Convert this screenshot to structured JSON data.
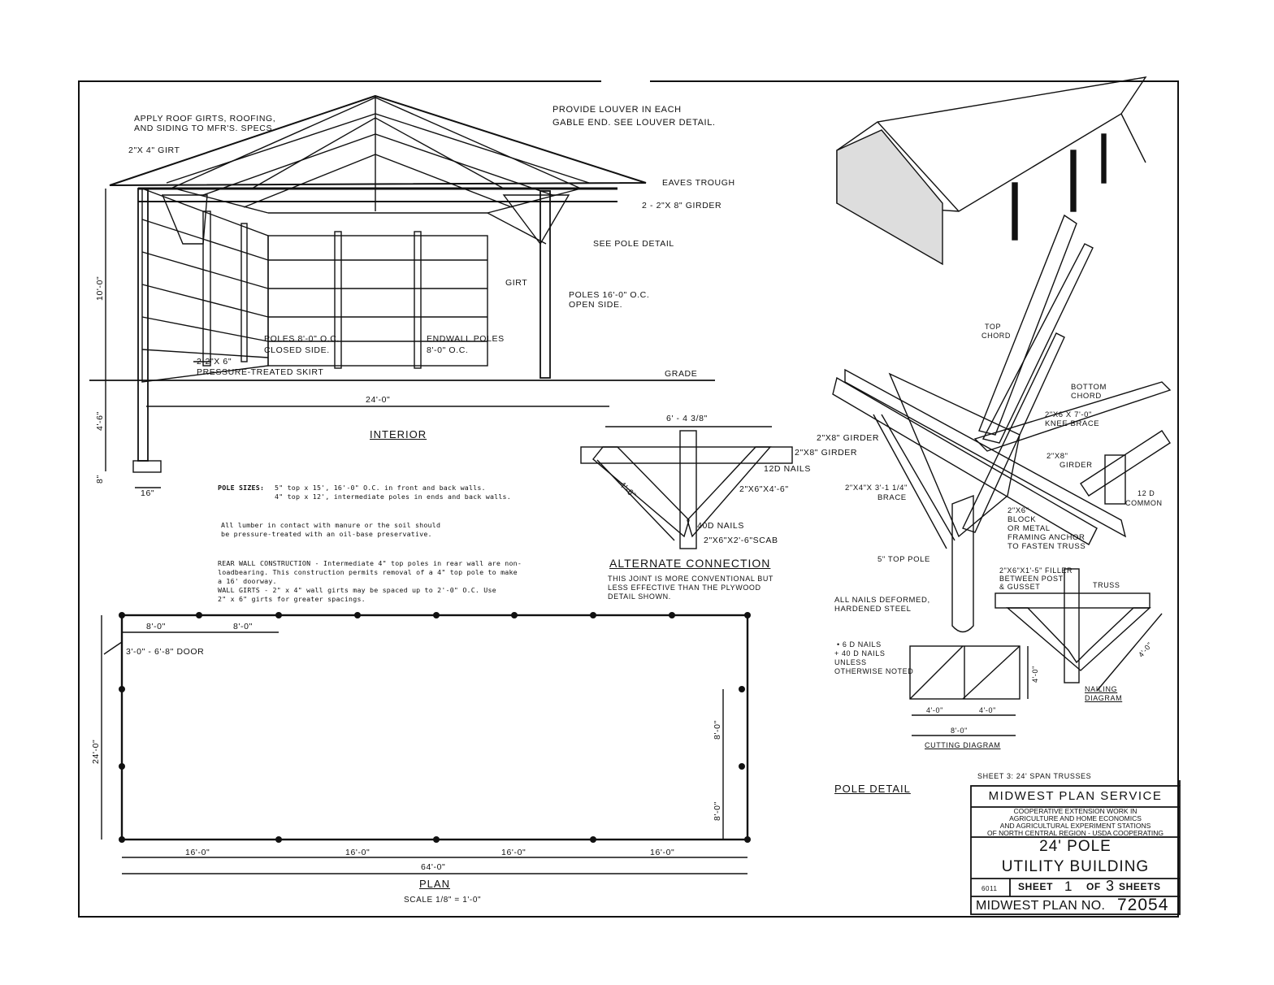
{
  "interior": {
    "note_roof": [
      "APPLY ROOF GIRTS, ROOFING,",
      "AND SIDING TO MFR'S. SPECS."
    ],
    "note_louver": [
      "PROVIDE LOUVER IN EACH",
      "GABLE END. SEE LOUVER DETAIL."
    ],
    "girt_2x4": "2\"X 4\" GIRT",
    "eaves_trough": "EAVES TROUGH",
    "girder": "2 - 2\"X 8\" GIRDER",
    "see_pole_detail": "SEE POLE DETAIL",
    "girt": "GIRT",
    "poles_open": [
      "POLES 16'-0\" O.C.",
      "OPEN SIDE."
    ],
    "poles_closed": [
      "POLES 8'-0\" O.C.",
      "CLOSED SIDE."
    ],
    "endwall_poles": [
      "ENDWALL POLES",
      "8'-0\" O.C."
    ],
    "skirt": [
      "2-2\"X 6\"",
      "PRESSURE-TREATED SKIRT"
    ],
    "grade": "GRADE",
    "dim_width": "24'-0\"",
    "dim_height": "10'-0\"",
    "dim_embed": "4'-6\"",
    "dim_footing": "8\"",
    "dim_footing_width": "16\"",
    "title": "INTERIOR"
  },
  "notes": {
    "pole_sizes_label": "POLE SIZES:",
    "pole_sizes": [
      "5\" top x 15', 16'-0\" O.C. in front and back walls.",
      "4\" top x 12', intermediate poles in ends and back walls."
    ],
    "lumber": [
      "All lumber in contact with manure or the soil should",
      "be pressure-treated with an oil-base preservative."
    ],
    "rear_wall": [
      "REAR WALL CONSTRUCTION - Intermediate 4\" top poles in rear wall are non-",
      "loadbearing.  This construction permits removal of a 4\" top pole to make",
      "a 16' doorway."
    ],
    "wall_girts": [
      "WALL GIRTS - 2\" x 4\" wall girts may be spaced up to 2'-0\" O.C.  Use",
      "2\" x 6\" girts for greater spacings."
    ]
  },
  "alternate": {
    "dim_top": "6' - 4 3/8\"",
    "girder": "2\"X8\" GIRDER",
    "nails_12d": "12d NAILS",
    "brace": "2\"X6\"X4'-6\"",
    "dim_diag": "4'-6\"",
    "nails_40d": "40d NAILS",
    "scab": "2\"X6\"X2'-6\"SCAB",
    "title": "ALTERNATE CONNECTION",
    "caption": [
      "THIS JOINT IS MORE CONVENTIONAL BUT",
      "LESS EFFECTIVE THAN THE PLYWOOD",
      "DETAIL SHOWN."
    ]
  },
  "plan": {
    "dim_top_1": "8'-0\"",
    "dim_top_2": "8'-0\"",
    "door": "3'-0\" - 6'-8\" DOOR",
    "dim_depth": "24'-0\"",
    "dim_right_1": "8'-0\"",
    "dim_right_2": "8'-0\"",
    "dim_bottom": [
      "16'-0\"",
      "16'-0\"",
      "16'-0\"",
      "16'-0\""
    ],
    "dim_total": "64'-0\"",
    "title": "PLAN",
    "scale": "SCALE 1/8\" = 1'-0\""
  },
  "pole_detail": {
    "top_chord": [
      "TOP",
      "CHORD"
    ],
    "bottom_chord": [
      "BOTTOM",
      "CHORD"
    ],
    "knee_brace": [
      "2\"X6 X 7'-0\"",
      "KNEE BRACE"
    ],
    "girder_left": "2\"X8\" GIRDER",
    "girder_right": [
      "2\"X8\"",
      "GIRDER"
    ],
    "brace": [
      "2\"X4\"X 3'-1 1/4\"",
      "BRACE"
    ],
    "common": [
      "12 d",
      "COMMON"
    ],
    "block": [
      "2\"X6\"",
      "BLOCK",
      "OR METAL",
      "FRAMING ANCHOR",
      "TO FASTEN TRUSS"
    ],
    "top_pole": "5\" TOP POLE",
    "filler": [
      "2\"X6\"X1'-5\" FILLER",
      "BETWEEN POST",
      "& GUSSET"
    ],
    "truss": "TRUSS",
    "all_nails": [
      "ALL NAILS DEFORMED,",
      "HARDENED STEEL"
    ],
    "nail_key": [
      "• 6 d NAILS",
      "+ 40 d NAILS",
      "UNLESS",
      "OTHERWISE NOTED"
    ],
    "cut_dim_h": "4'-0\"",
    "cut_dim_a": "4'-0\"",
    "cut_dim_b": "4'-0\"",
    "cut_dim_total": "8'-0\"",
    "cutting_diagram": "CUTTING DIAGRAM",
    "nail_dim": "4'-0\"",
    "nailing_diagram": [
      "NAILING",
      "DIAGRAM"
    ],
    "title": "POLE DETAIL"
  },
  "title_block": {
    "sheet_note": "SHEET 3: 24' SPAN TRUSSES",
    "org": "MIDWEST PLAN SERVICE",
    "coop": [
      "COOPERATIVE EXTENSION WORK IN",
      "AGRICULTURE AND HOME ECONOMICS",
      "AND AGRICULTURAL EXPERIMENT STATIONS",
      "OF NORTH CENTRAL REGION - USDA COOPERATING"
    ],
    "title_1": "24' POLE",
    "title_2": "UTILITY BUILDING",
    "code": "6011",
    "sheet_word": "SHEET",
    "sheet_num": "1",
    "of_word": "OF",
    "sheet_total": "3",
    "sheets_word": "SHEETS",
    "plan_no_label": "MIDWEST PLAN NO.",
    "plan_no": "72054"
  }
}
